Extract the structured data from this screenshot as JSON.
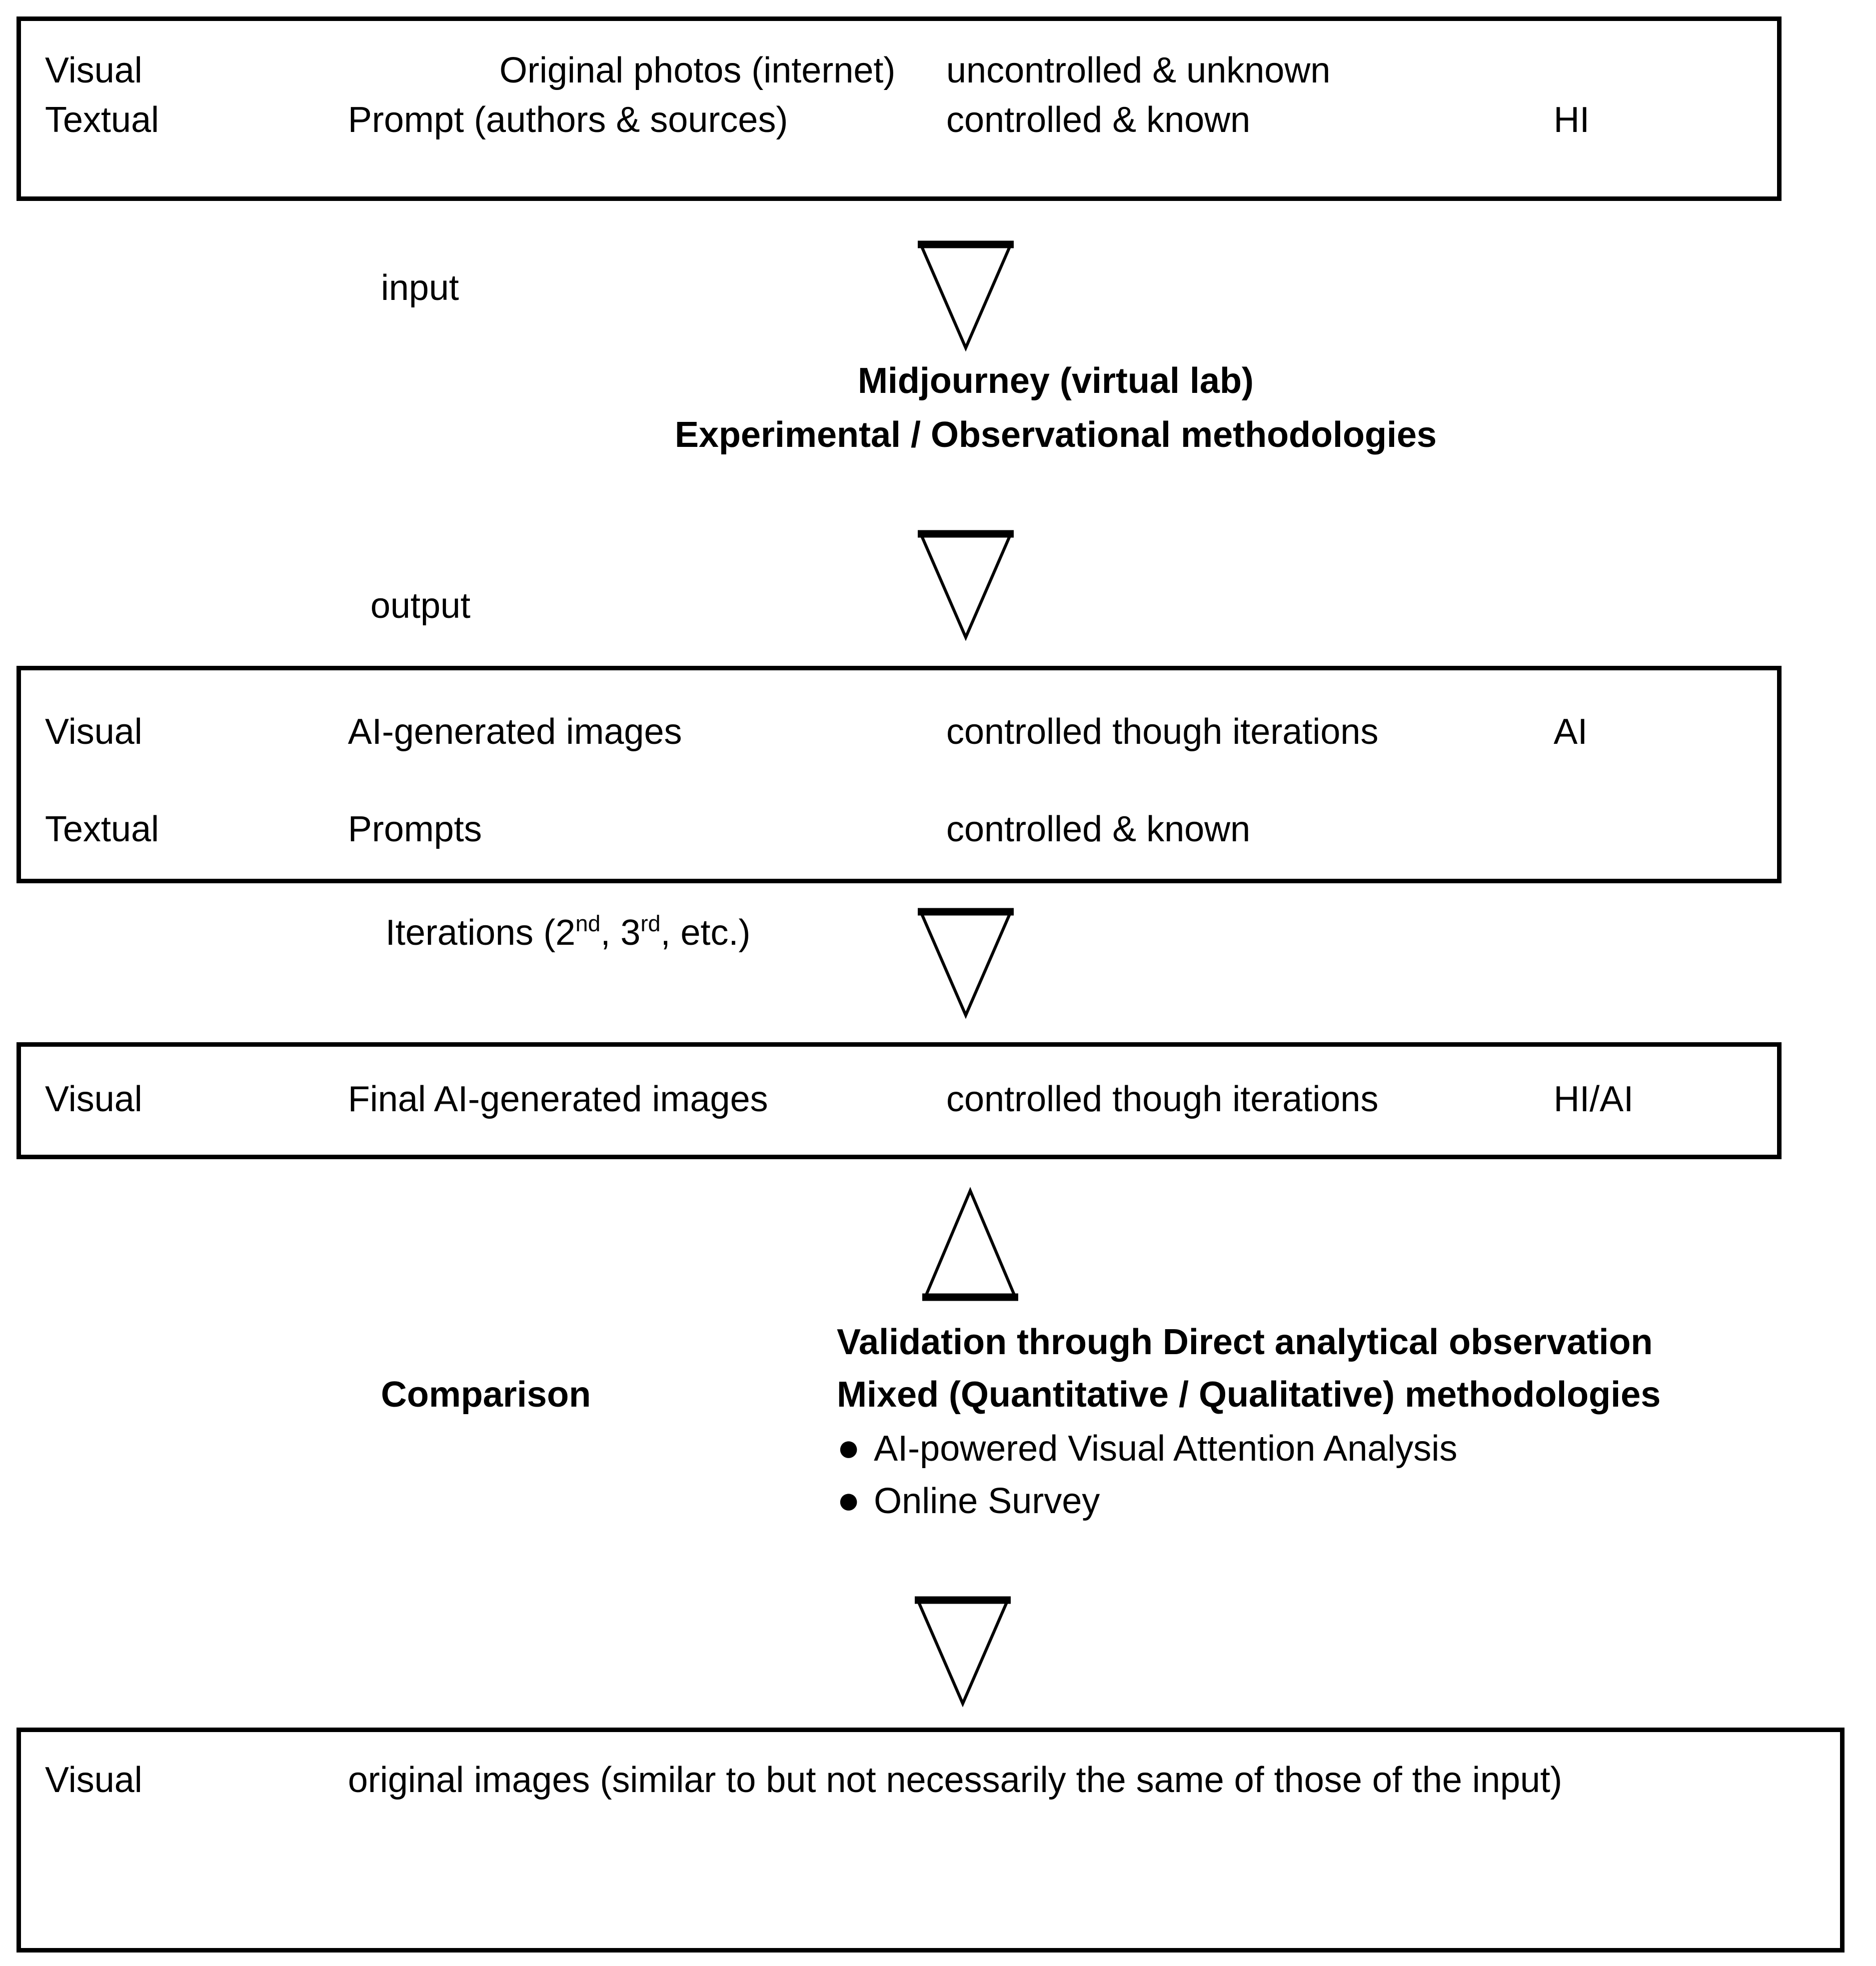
{
  "colors": {
    "background": "#ffffff",
    "text": "#000000",
    "border": "#000000"
  },
  "box_input": {
    "rows": [
      {
        "type_label": "Visual",
        "content": "Original photos (internet)",
        "status": "uncontrolled & unknown",
        "agent": ""
      },
      {
        "type_label": "Textual",
        "content": "Prompt (authors & sources)",
        "status": "controlled & known",
        "agent": "HI"
      }
    ]
  },
  "flow": {
    "input_label": "input",
    "process": {
      "line1": "Midjourney (virtual lab)",
      "line2": "Experimental / Observational methodologies"
    },
    "output_label": "output",
    "iterations": {
      "prefix": "Iterations (2",
      "sup1": "nd",
      "mid": ", 3",
      "sup2": "rd",
      "suffix": ", etc.)"
    },
    "comparison_label": "Comparison",
    "validation": {
      "line1": "Validation through Direct analytical observation",
      "line2": "Mixed (Quantitative / Qualitative) methodologies",
      "bullet_glyph": "●",
      "bullets": [
        "AI-powered Visual Attention Analysis",
        "Online Survey"
      ]
    }
  },
  "box_output": {
    "rows": [
      {
        "type_label": "Visual",
        "content": "AI-generated images",
        "status": "controlled though iterations",
        "agent": "AI"
      },
      {
        "type_label": "Textual",
        "content": "Prompts",
        "status": "controlled & known",
        "agent": ""
      }
    ]
  },
  "box_final": {
    "rows": [
      {
        "type_label": "Visual",
        "content": "Final AI-generated images",
        "status": "controlled though iterations",
        "agent": "HI/AI"
      }
    ]
  },
  "box_original": {
    "rows": [
      {
        "type_label": "Visual",
        "content": "original images (similar to but not necessarily the same of those of the input)"
      }
    ]
  }
}
